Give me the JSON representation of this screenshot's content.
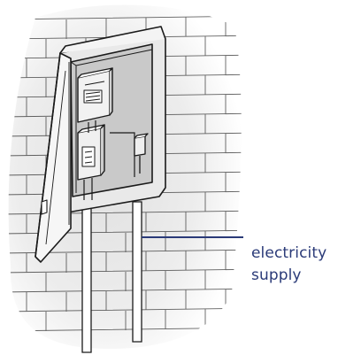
{
  "callout": {
    "label_line1": "electricity",
    "label_line2": "supply",
    "color": "#2a3a78"
  },
  "illustration": {
    "subject": "meter box with open door mounted on brick wall",
    "line_color": "#1a1a1a",
    "box_fill": "#d8d8d8"
  }
}
